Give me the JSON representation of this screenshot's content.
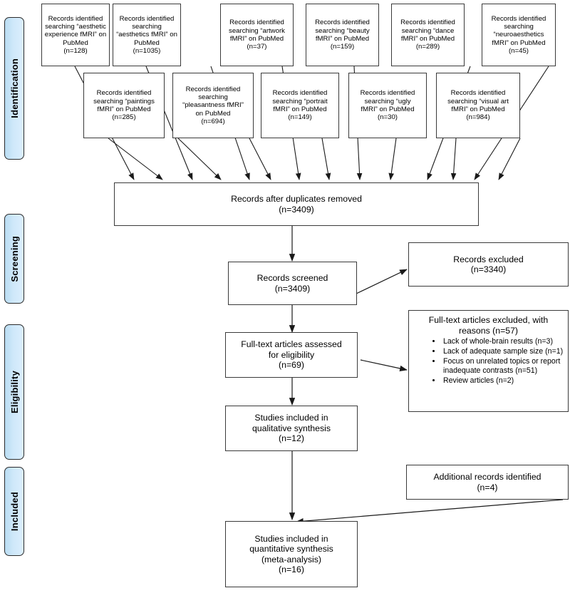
{
  "phases": [
    {
      "label": "Identification"
    },
    {
      "label": "Screening"
    },
    {
      "label": "Eligibility"
    },
    {
      "label": "Included"
    }
  ],
  "search_row1": [
    {
      "text": "Records identified\nsearching “aesthetic\nexperience fMRI” on\nPubMed\n(n=128)"
    },
    {
      "text": "Records identified\nsearching\n“aesthetics fMRI” on\nPubMed\n(n=1035)"
    },
    {
      "text": "Records identified\nsearching “artwork\nfMRI” on PubMed\n(n=37)"
    },
    {
      "text": "Records identified\nsearching “beauty\nfMRI” on PubMed\n(n=159)"
    },
    {
      "text": "Records identified\nsearching “dance\nfMRI” on PubMed\n(n=289)"
    },
    {
      "text": "Records identified\nsearching\n“neuroaesthetics\nfMRI” on PubMed\n(n=45)"
    }
  ],
  "search_row2": [
    {
      "text": "Records identified\nsearching “paintings\nfMRI” on PubMed\n(n=285)"
    },
    {
      "text": "Records identified\nsearching\n“pleasantness fMRI”\non PubMed\n(n=694)"
    },
    {
      "text": "Records identified\nsearching “portrait\nfMRI” on PubMed\n(n=149)"
    },
    {
      "text": "Records identified\nsearching “ugly\nfMRI” on PubMed\n(n=30)"
    },
    {
      "text": "Records identified\nsearching “visual art\nfMRI” on PubMed\n(n=984)"
    }
  ],
  "flow": {
    "duplicates_removed": "Records after duplicates removed\n(n=3409)",
    "records_screened": "Records screened\n(n=3409)",
    "records_excluded": "Records excluded\n(n=3340)",
    "fulltext_assessed": "Full-text articles assessed\nfor eligibility\n(n=69)",
    "qualitative_synthesis": "Studies included in\nqualitative synthesis\n(n=12)",
    "additional_records": "Additional records identified\n(n=4)",
    "quantitative_synthesis": "Studies included in\nquantitative synthesis\n(meta-analysis)\n(n=16)"
  },
  "excluded_detail": {
    "title": "Full-text articles excluded, with\nreasons (n=57)",
    "reasons": [
      "Lack of whole-brain results (n=3)",
      "Lack of adequate sample size (n=1)",
      "Focus on unrelated topics or report inadequate contrasts (n=51)",
      "Review articles (n=2)"
    ]
  },
  "counts": {
    "aesthetic_experience_fmri": 128,
    "aesthetics_fmri": 1035,
    "artwork_fmri": 37,
    "beauty_fmri": 159,
    "dance_fmri": 289,
    "neuroaesthetics_fmri": 45,
    "paintings_fmri": 285,
    "pleasantness_fmri": 694,
    "portrait_fmri": 149,
    "ugly_fmri": 30,
    "visual_art_fmri": 984,
    "after_duplicates": 3409,
    "screened": 3409,
    "excluded": 3340,
    "fulltext_assessed": 69,
    "fulltext_excluded": 57,
    "qualitative": 12,
    "additional": 4,
    "quantitative": 16
  },
  "colors": {
    "phase_fill": "#cfe8fa",
    "phase_border": "#2b2b2b",
    "node_border": "#3a3a3a",
    "arrow": "#1a1a1a",
    "background": "#ffffff"
  }
}
